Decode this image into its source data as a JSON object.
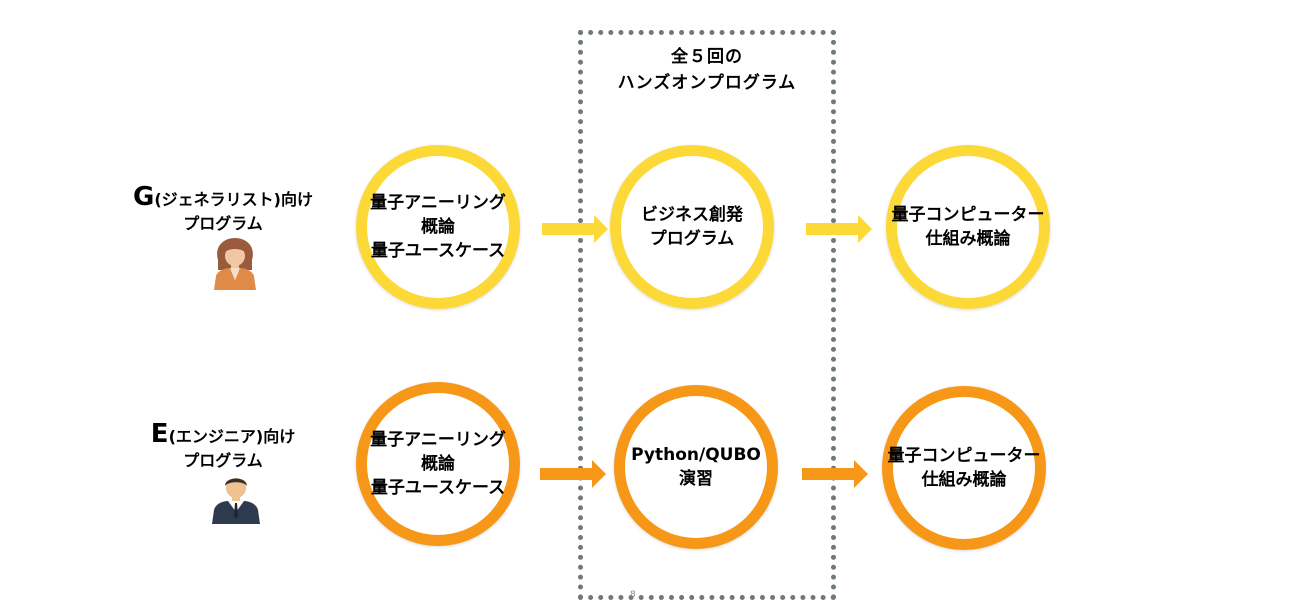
{
  "box": {
    "title_line1": "全５回の",
    "title_line2": "ハンズオンプログラム",
    "page_number": "8"
  },
  "tracks": [
    {
      "letter": "G",
      "label_line1_rest": "(ジェネラリスト)向け",
      "label_line2": "プログラム",
      "color": "#fcd936",
      "circles": [
        {
          "lines": [
            "量子アニーリング",
            "概論",
            "量子ユースケース"
          ]
        },
        {
          "lines": [
            "ビジネス創発",
            "プログラム"
          ]
        },
        {
          "lines": [
            "量子コンピューター",
            "仕組み概論"
          ]
        }
      ]
    },
    {
      "letter": "E",
      "label_line1_rest": "(エンジニア)向け",
      "label_line2": "プログラム",
      "color": "#f79718",
      "circles": [
        {
          "lines": [
            "量子アニーリング",
            "概論",
            "量子ユースケース"
          ]
        },
        {
          "lines": [
            "Python/QUBO",
            "演習"
          ]
        },
        {
          "lines": [
            "量子コンピューター",
            "仕組み概論"
          ]
        }
      ]
    }
  ],
  "icons": {
    "generalist": "woman-avatar-icon",
    "engineer": "man-avatar-icon"
  }
}
